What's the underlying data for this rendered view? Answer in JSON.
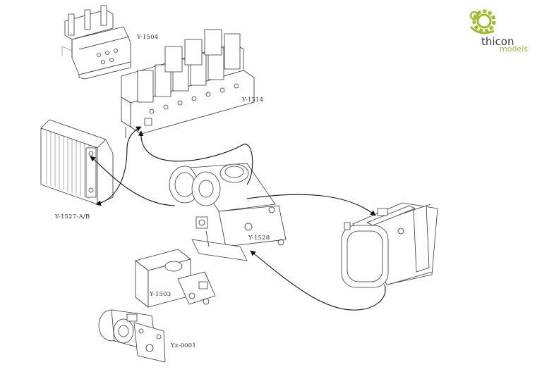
{
  "logo": {
    "name": "thicon",
    "sub": "models",
    "colors": {
      "gear": "#9bbf2a",
      "text": "#3a3a3a"
    }
  },
  "parts": {
    "valve_block_small": "Y-1504",
    "valve_block_large": "Y-1514",
    "oil_cooler": "Y-1527-A/B",
    "pump": "Y-1528",
    "pump_single": "Y-1503",
    "motor": "Yz-0001"
  },
  "colors": {
    "line": "#333333",
    "hose": "#111111",
    "background": "#ffffff"
  }
}
